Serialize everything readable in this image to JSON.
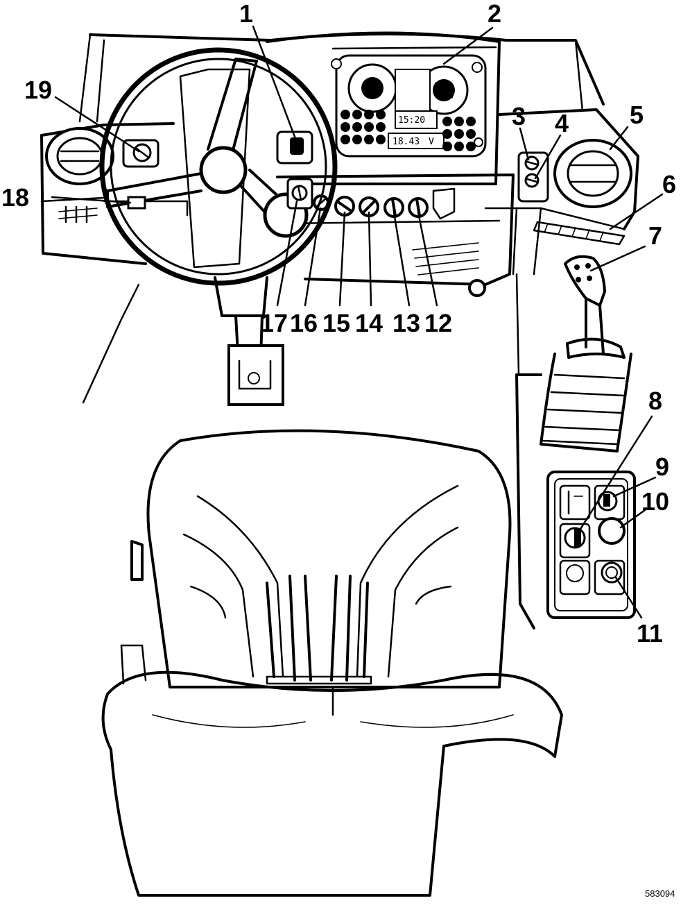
{
  "callouts": [
    {
      "id": "1",
      "label": "1"
    },
    {
      "id": "2",
      "label": "2"
    },
    {
      "id": "3",
      "label": "3"
    },
    {
      "id": "4",
      "label": "4"
    },
    {
      "id": "5",
      "label": "5"
    },
    {
      "id": "6",
      "label": "6"
    },
    {
      "id": "7",
      "label": "7"
    },
    {
      "id": "8",
      "label": "8"
    },
    {
      "id": "9",
      "label": "9"
    },
    {
      "id": "10",
      "label": "10"
    },
    {
      "id": "11",
      "label": "11"
    },
    {
      "id": "12",
      "label": "12"
    },
    {
      "id": "13",
      "label": "13"
    },
    {
      "id": "14",
      "label": "14"
    },
    {
      "id": "15",
      "label": "15"
    },
    {
      "id": "16",
      "label": "16"
    },
    {
      "id": "17",
      "label": "17"
    },
    {
      "id": "18",
      "label": "18"
    },
    {
      "id": "19",
      "label": "19"
    }
  ],
  "display": {
    "readout_top": "15:20",
    "readout_bottom": "18.43",
    "readout_unit": "V"
  },
  "reference_number": "583094"
}
